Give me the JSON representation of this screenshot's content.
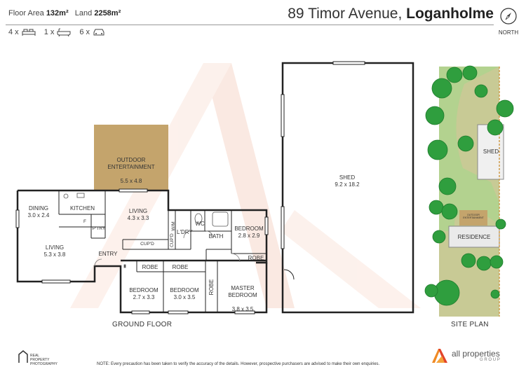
{
  "header": {
    "floor_area_label": "Floor Area",
    "floor_area_value": "132m²",
    "land_label": "Land",
    "land_value": "2258m²",
    "address_street": "89 Timor Avenue,",
    "address_suburb": "Loganholme",
    "north_label": "NORTH"
  },
  "features": [
    {
      "count": "4 x",
      "icon": "bed-icon"
    },
    {
      "count": "1 x",
      "icon": "bath-icon"
    },
    {
      "count": "6 x",
      "icon": "car-icon"
    }
  ],
  "rooms": {
    "outdoor_name": "OUTDOOR\nENTERTAINMENT",
    "outdoor_dim": "5.5 x 4.8",
    "dining_name": "DINING",
    "dining_dim": "3.0 x 2.4",
    "kitchen_name": "KITCHEN",
    "living1_name": "LIVING",
    "living1_dim": "5.3 x 3.8",
    "living2_name": "LIVING",
    "living2_dim": "4.3 x 3.3",
    "pantry": "P'TRY",
    "fridge": "F",
    "entry": "ENTRY",
    "cupd": "CUP'D",
    "cupd_small": "CUP'D",
    "wm": "W/M",
    "laundry": "L'DRY",
    "wc": "WC",
    "bath": "BATH",
    "bedroom_a_name": "BEDROOM",
    "bedroom_a_dim": "2.8 x 2.9",
    "bedroom_b_name": "BEDROOM",
    "bedroom_b_dim": "2.7 x 3.3",
    "bedroom_c_name": "BEDROOM",
    "bedroom_c_dim": "3.0 x 3.5",
    "master_name": "MASTER\nBEDROOM",
    "master_dim": "3.8 x 3.5",
    "robe1": "ROBE",
    "robe2": "ROBE",
    "robe3": "ROBE",
    "robe4": "ROBE",
    "shed_name": "SHED",
    "shed_dim": "9.2 x 18.2"
  },
  "site_plan": {
    "shed": "SHED",
    "residence": "RESIDENCE",
    "outdoor": "OUTDOOR\nENTERTAINMENT"
  },
  "captions": {
    "ground_floor": "GROUND FLOOR",
    "site_plan": "SITE PLAN"
  },
  "footer": {
    "photo_logo": "REAL\nPROPERTY\nPHOTOGRAPHY",
    "note": "NOTE: Every precaution has been taken to verify the accuracy of the details. However, prospective purchasers are advised to make their own enquiries.",
    "agency_name": "all properties",
    "agency_group": "G R O U P"
  },
  "colors": {
    "wall": "#222222",
    "outdoor_fill": "#c4a46c",
    "watermark": "#f7d8cc",
    "tree": "#2f9e3e",
    "lawn": "#b3d28f",
    "brand_orange": "#f08a24",
    "brand_red": "#e2442a"
  }
}
